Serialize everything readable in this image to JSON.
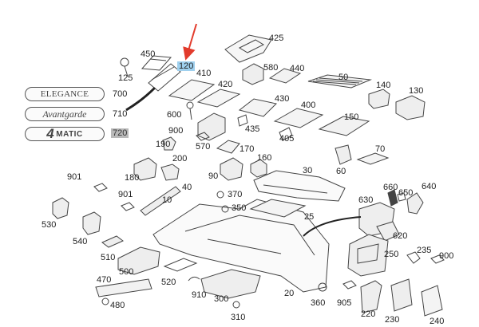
{
  "diagram": {
    "highlighted_part": "120",
    "selected_part": "720",
    "colors": {
      "highlight": "#9fd0ee",
      "selected": "#b9b9b9",
      "pointer_arrow": "#e23b2c",
      "line_art": "#444444"
    },
    "emblems": {
      "elegance": "ELEGANCE",
      "avantgarde": "Avantgarde",
      "matic_numeral": "4",
      "matic_text": "MATIC"
    },
    "parts": {
      "p450": "450",
      "p120": "120",
      "p125": "125",
      "p410": "410",
      "p700": "700",
      "p710": "710",
      "p720": "720",
      "p420": "420",
      "p425": "425",
      "p580": "580",
      "p440": "440",
      "p50": "50",
      "p140": "140",
      "p130": "130",
      "p430": "430",
      "p400": "400",
      "p600": "600",
      "p900a": "900",
      "p435": "435",
      "p405": "405",
      "p150": "150",
      "p190": "190",
      "p570": "570",
      "p170": "170",
      "p160": "160",
      "p70": "70",
      "p180": "180",
      "p200": "200",
      "p90": "90",
      "p60": "60",
      "p30": "30",
      "p901a": "901",
      "p10": "10",
      "p40": "40",
      "p901b": "901",
      "p370": "370",
      "p660": "660",
      "p650": "650",
      "p640": "640",
      "p350": "350",
      "p630": "630",
      "p25": "25",
      "p530": "530",
      "p540": "540",
      "p620": "620",
      "p510": "510",
      "p250": "250",
      "p235": "235",
      "p900b": "900",
      "p500": "500",
      "p470": "470",
      "p520": "520",
      "p910": "910",
      "p300": "300",
      "p20": "20",
      "p360": "360",
      "p905": "905",
      "p220": "220",
      "p230": "230",
      "p240": "240",
      "p480": "480",
      "p310": "310"
    }
  }
}
